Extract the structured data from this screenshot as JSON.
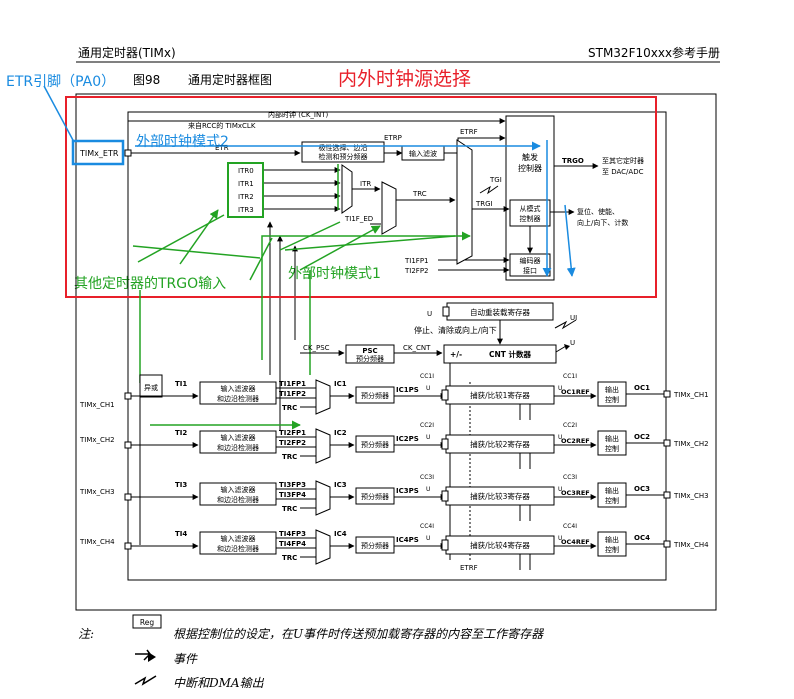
{
  "header": {
    "left": "通用定时器(TIMx)",
    "right": "STM32F10xxx参考手册"
  },
  "figure": {
    "number": "图98",
    "title": "通用定时器框图"
  },
  "annotations": {
    "title": "内外时钟源选择",
    "etr_pin": "ETR引脚（PA0）",
    "ext_mode2": "外部时钟模式2",
    "ext_mode1": "外部时钟模式1",
    "other_trgo": "其他定时器的TRGO输入",
    "colors": {
      "red": "#e8202a",
      "blue": "#1a8be0",
      "green": "#23a323"
    }
  },
  "blocks": {
    "int_clk": "内部时钟 (CK_INT)",
    "rcc_clk": "来自RCC的 TIMxCLK",
    "etr_in": "TIMx_ETR",
    "etr": "ETR",
    "polarity": [
      "极性选择、边沿",
      "检测和预分频器"
    ],
    "etrp": "ETRP",
    "input_filter": "输入滤波",
    "etrf": "ETRF",
    "trigger_ctrl": [
      "触发",
      "控制器"
    ],
    "trgo": "TRGO",
    "trgo_dest": [
      "至其它定时器",
      "至 DAC/ADC"
    ],
    "itr": [
      "ITR0",
      "ITR1",
      "ITR2",
      "ITR3"
    ],
    "itr_label": "ITR",
    "trc": "TRC",
    "tgi": "TGI",
    "trgi": "TRGI",
    "ti1f_ed": "TI1F_ED",
    "slave": [
      "从模式",
      "控制器"
    ],
    "slave_out": [
      "复位、使能、",
      "向上/向下、计数"
    ],
    "encoder": [
      "编码器",
      "接口"
    ],
    "ti1fp1": "TI1FP1",
    "ti2fp2": "TI2FP2",
    "reload": "自动重装载寄存器",
    "stop_text": "停止、清除或向上/向下",
    "ck_psc": "CK_PSC",
    "psc": [
      "PSC",
      "预分频器"
    ],
    "ck_cnt": "CK_CNT",
    "updown": "+/-",
    "cnt": "CNT 计数器",
    "u_label": "U",
    "ui_label": "UI",
    "xor": "异或",
    "filter": [
      "输入滤波器",
      "和边沿检测器"
    ],
    "prescaler": "预分频器",
    "out_ctrl": [
      "输出",
      "控制"
    ],
    "etrf_bottom": "ETRF",
    "channels": [
      {
        "in": "TIMx_CH1",
        "ti": "TI1",
        "fp_a": "TI1FP1",
        "fp_b": "TI1FP2",
        "ic": "IC1",
        "icps": "IC1PS",
        "cc": "CC1I",
        "reg": "捕获/比较1寄存器",
        "ocref": "OC1REF",
        "oc": "OC1",
        "out": "TIMx_CH1"
      },
      {
        "in": "TIMx_CH2",
        "ti": "TI2",
        "fp_a": "TI2FP1",
        "fp_b": "TI2FP2",
        "ic": "IC2",
        "icps": "IC2PS",
        "cc": "CC2I",
        "reg": "捕获/比较2寄存器",
        "ocref": "OC2REF",
        "oc": "OC2",
        "out": "TIMx_CH2"
      },
      {
        "in": "TIMx_CH3",
        "ti": "TI3",
        "fp_a": "TI3FP3",
        "fp_b": "TI3FP4",
        "ic": "IC3",
        "icps": "IC3PS",
        "cc": "CC3I",
        "reg": "捕获/比较3寄存器",
        "ocref": "OC3REF",
        "oc": "OC3",
        "out": "TIMx_CH3"
      },
      {
        "in": "TIMx_CH4",
        "ti": "TI4",
        "fp_a": "TI4FP3",
        "fp_b": "TI4FP4",
        "ic": "IC4",
        "icps": "IC4PS",
        "cc": "CC4I",
        "reg": "捕获/比较4寄存器",
        "ocref": "OC4REF",
        "oc": "OC4",
        "out": "TIMx_CH4"
      }
    ]
  },
  "legend": {
    "note_label": "注:",
    "reg": "Reg",
    "reg_text": "根据控制位的设定，在U事件时传送预加载寄存器的内容至工作寄存器",
    "event": "事件",
    "irq": "中断和DMA输出"
  }
}
